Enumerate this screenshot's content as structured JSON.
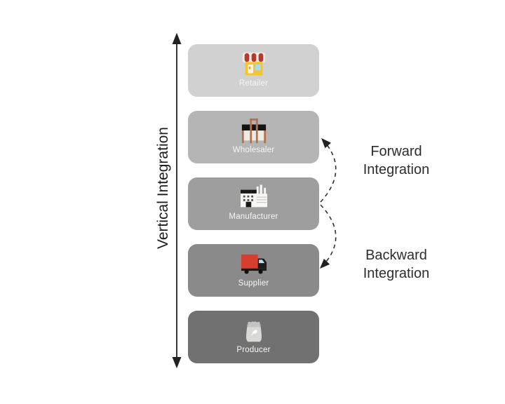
{
  "diagram": {
    "axis_label": "Vertical Integration",
    "levels": [
      {
        "label": "Retailer",
        "icon": "store-icon",
        "color": "#d1d1d1",
        "text_color": "#f7f6f3"
      },
      {
        "label": "Wholesaler",
        "icon": "warehouse-icon",
        "color": "#b5b5b5",
        "text_color": "#f7f6f3"
      },
      {
        "label": "Manufacturer",
        "icon": "factory-icon",
        "color": "#9e9e9e",
        "text_color": "#f7f6f3"
      },
      {
        "label": "Supplier",
        "icon": "truck-icon",
        "color": "#8a8a8a",
        "text_color": "#f7f6f3"
      },
      {
        "label": "Producer",
        "icon": "sack-icon",
        "color": "#717171",
        "text_color": "#f7f6f3"
      }
    ],
    "annotations": [
      {
        "id": "forward",
        "label": "Forward Integration",
        "from": "Manufacturer",
        "to": "Wholesaler"
      },
      {
        "id": "backward",
        "label": "Backward Integration",
        "from": "Manufacturer",
        "to": "Supplier"
      }
    ],
    "colors": {
      "background": "#ffffff",
      "axis_arrow": "#222222",
      "dashed_arrow": "#2f2f2f",
      "annotation_text": "#2d2d2d",
      "truck_red": "#d63e2e",
      "store_yellow": "#f3c52f",
      "store_awning_red": "#b5392c",
      "warehouse_frame": "#b5714d"
    }
  }
}
